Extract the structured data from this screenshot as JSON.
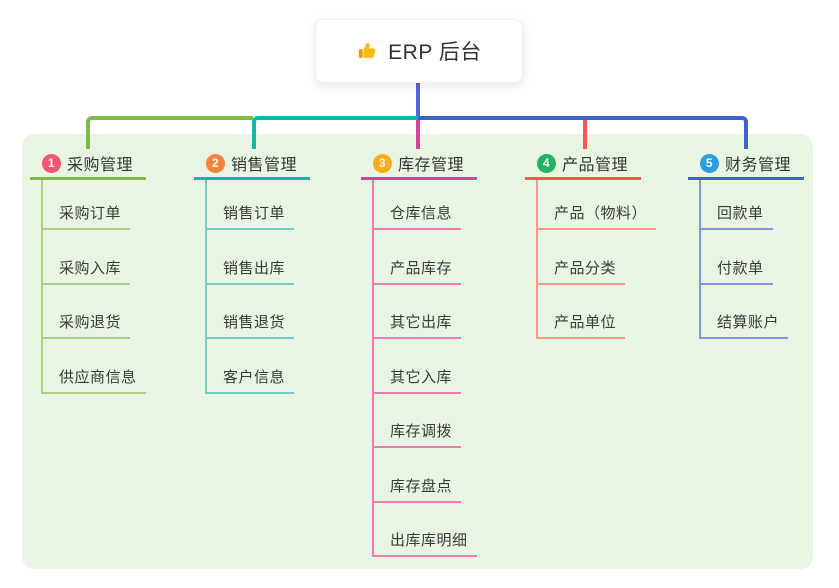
{
  "root": {
    "title": "ERP 后台",
    "icon": "thumbs-up"
  },
  "branches": [
    {
      "number": "1",
      "title": "采购管理",
      "badge_color": "#f4566d",
      "line_color": "#7fba45",
      "sub_line_color": "#a9cf82",
      "items": [
        "采购订单",
        "采购入库",
        "采购退货",
        "供应商信息"
      ]
    },
    {
      "number": "2",
      "title": "销售管理",
      "badge_color": "#f8823c",
      "line_color": "#14b5ab",
      "sub_line_color": "#6fccc5",
      "items": [
        "销售订单",
        "销售出库",
        "销售退货",
        "客户信息"
      ]
    },
    {
      "number": "3",
      "title": "库存管理",
      "badge_color": "#fbad18",
      "line_color": "#d2439e",
      "sub_line_color": "#ee7ab5",
      "items": [
        "仓库信息",
        "产品库存",
        "其它出库",
        "其它入库",
        "库存调拨",
        "库存盘点",
        "出库库明细"
      ]
    },
    {
      "number": "4",
      "title": "产品管理",
      "badge_color": "#21b35e",
      "line_color": "#f4574e",
      "sub_line_color": "#f9968e",
      "items": [
        "产品（物料）",
        "产品分类",
        "产品单位"
      ]
    },
    {
      "number": "5",
      "title": "财务管理",
      "badge_color": "#299fdd",
      "line_color": "#3f62ca",
      "sub_line_color": "#8394d8",
      "items": [
        "回款单",
        "付款单",
        "结算账户"
      ]
    }
  ],
  "colors": {
    "root_connector": "#5565d8",
    "canvas_bg": "#e8f5e2",
    "node_bg": "#ffffff",
    "text": "#333333"
  }
}
